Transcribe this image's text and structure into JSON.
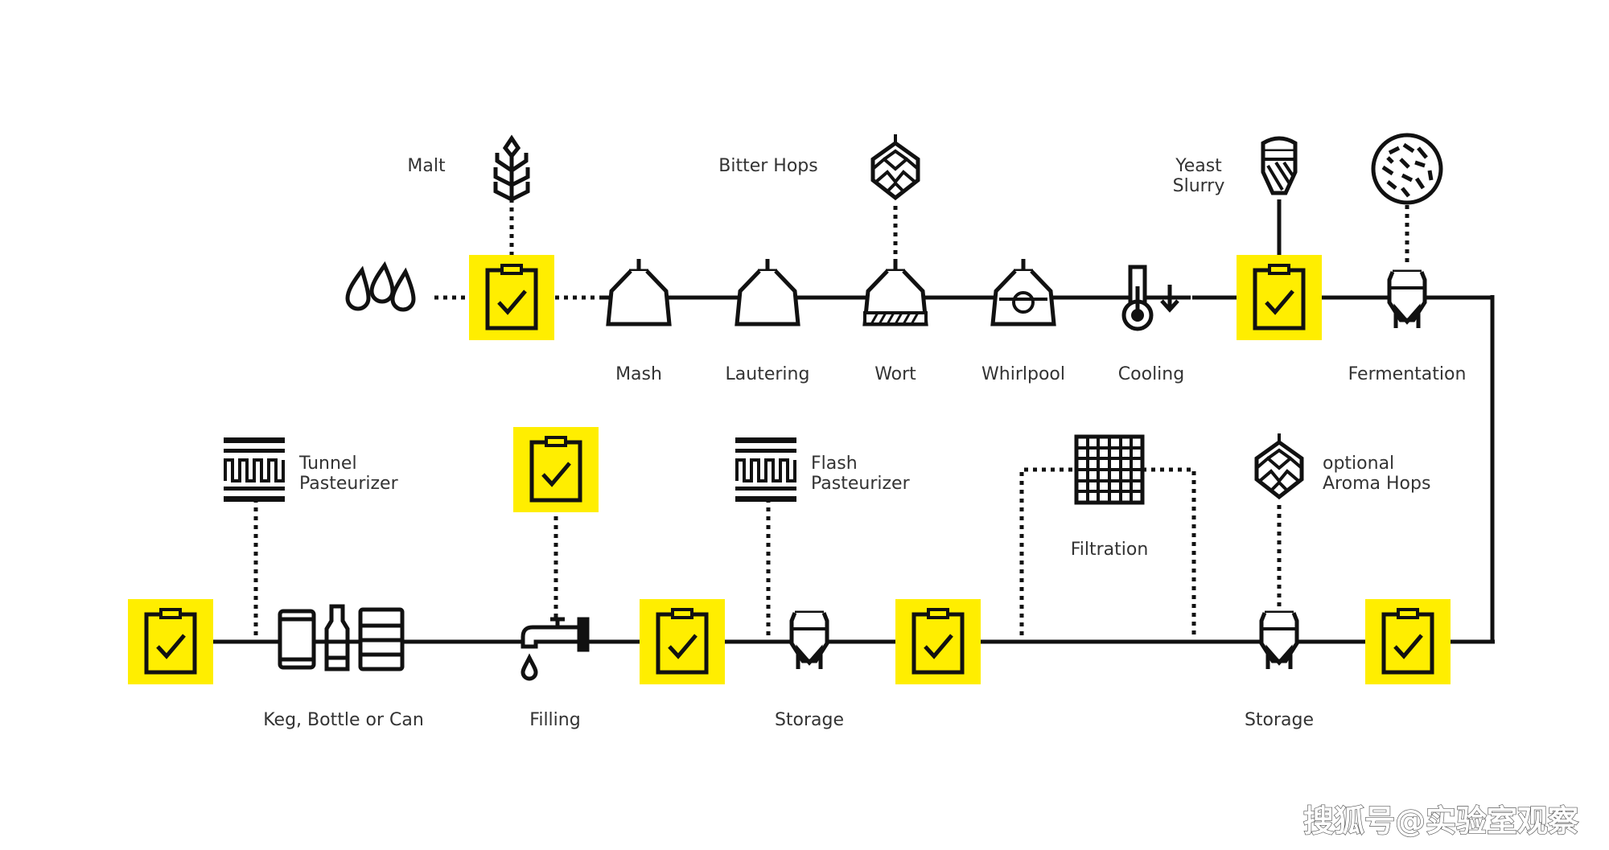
{
  "colors": {
    "accent": "#ffee00",
    "ink": "#111111",
    "text": "#333333",
    "background": "#ffffff"
  },
  "labels": {
    "malt": "Malt",
    "bitter_hops": "Bitter Hops",
    "yeast_slurry": [
      "Yeast",
      "Slurry"
    ],
    "mash": "Mash",
    "lautering": "Lautering",
    "wort": "Wort",
    "whirlpool": "Whirlpool",
    "cooling": "Cooling",
    "fermentation": "Fermentation",
    "tunnel_pasteurizer": [
      "Tunnel",
      "Pasteurizer"
    ],
    "flash_pasteurizer": [
      "Flash",
      "Pasteurizer"
    ],
    "filtration": "Filtration",
    "aroma_hops": [
      "optional",
      "Aroma Hops"
    ],
    "keg_bottle_can": "Keg, Bottle or Can",
    "filling": "Filling",
    "storage_1": "Storage",
    "storage_2": "Storage"
  },
  "watermark": "搜狐号@实验室观察",
  "icons": {
    "inputs": [
      "water-drops-icon",
      "wheat-icon",
      "hop-cone-icon",
      "yeast-silo-icon",
      "yeast-culture-icon",
      "hop-cone-icon"
    ],
    "vessels": [
      "mash-tun-icon",
      "lauter-tun-icon",
      "wort-kettle-icon",
      "whirlpool-icon",
      "thermometer-icon",
      "fermenter-icon",
      "storage-tank-icon",
      "tap-icon",
      "keg-bottle-can-icon"
    ],
    "control": "quality-check-clipboard-icon",
    "other": [
      "pasteurizer-icon",
      "filter-grid-icon"
    ]
  }
}
